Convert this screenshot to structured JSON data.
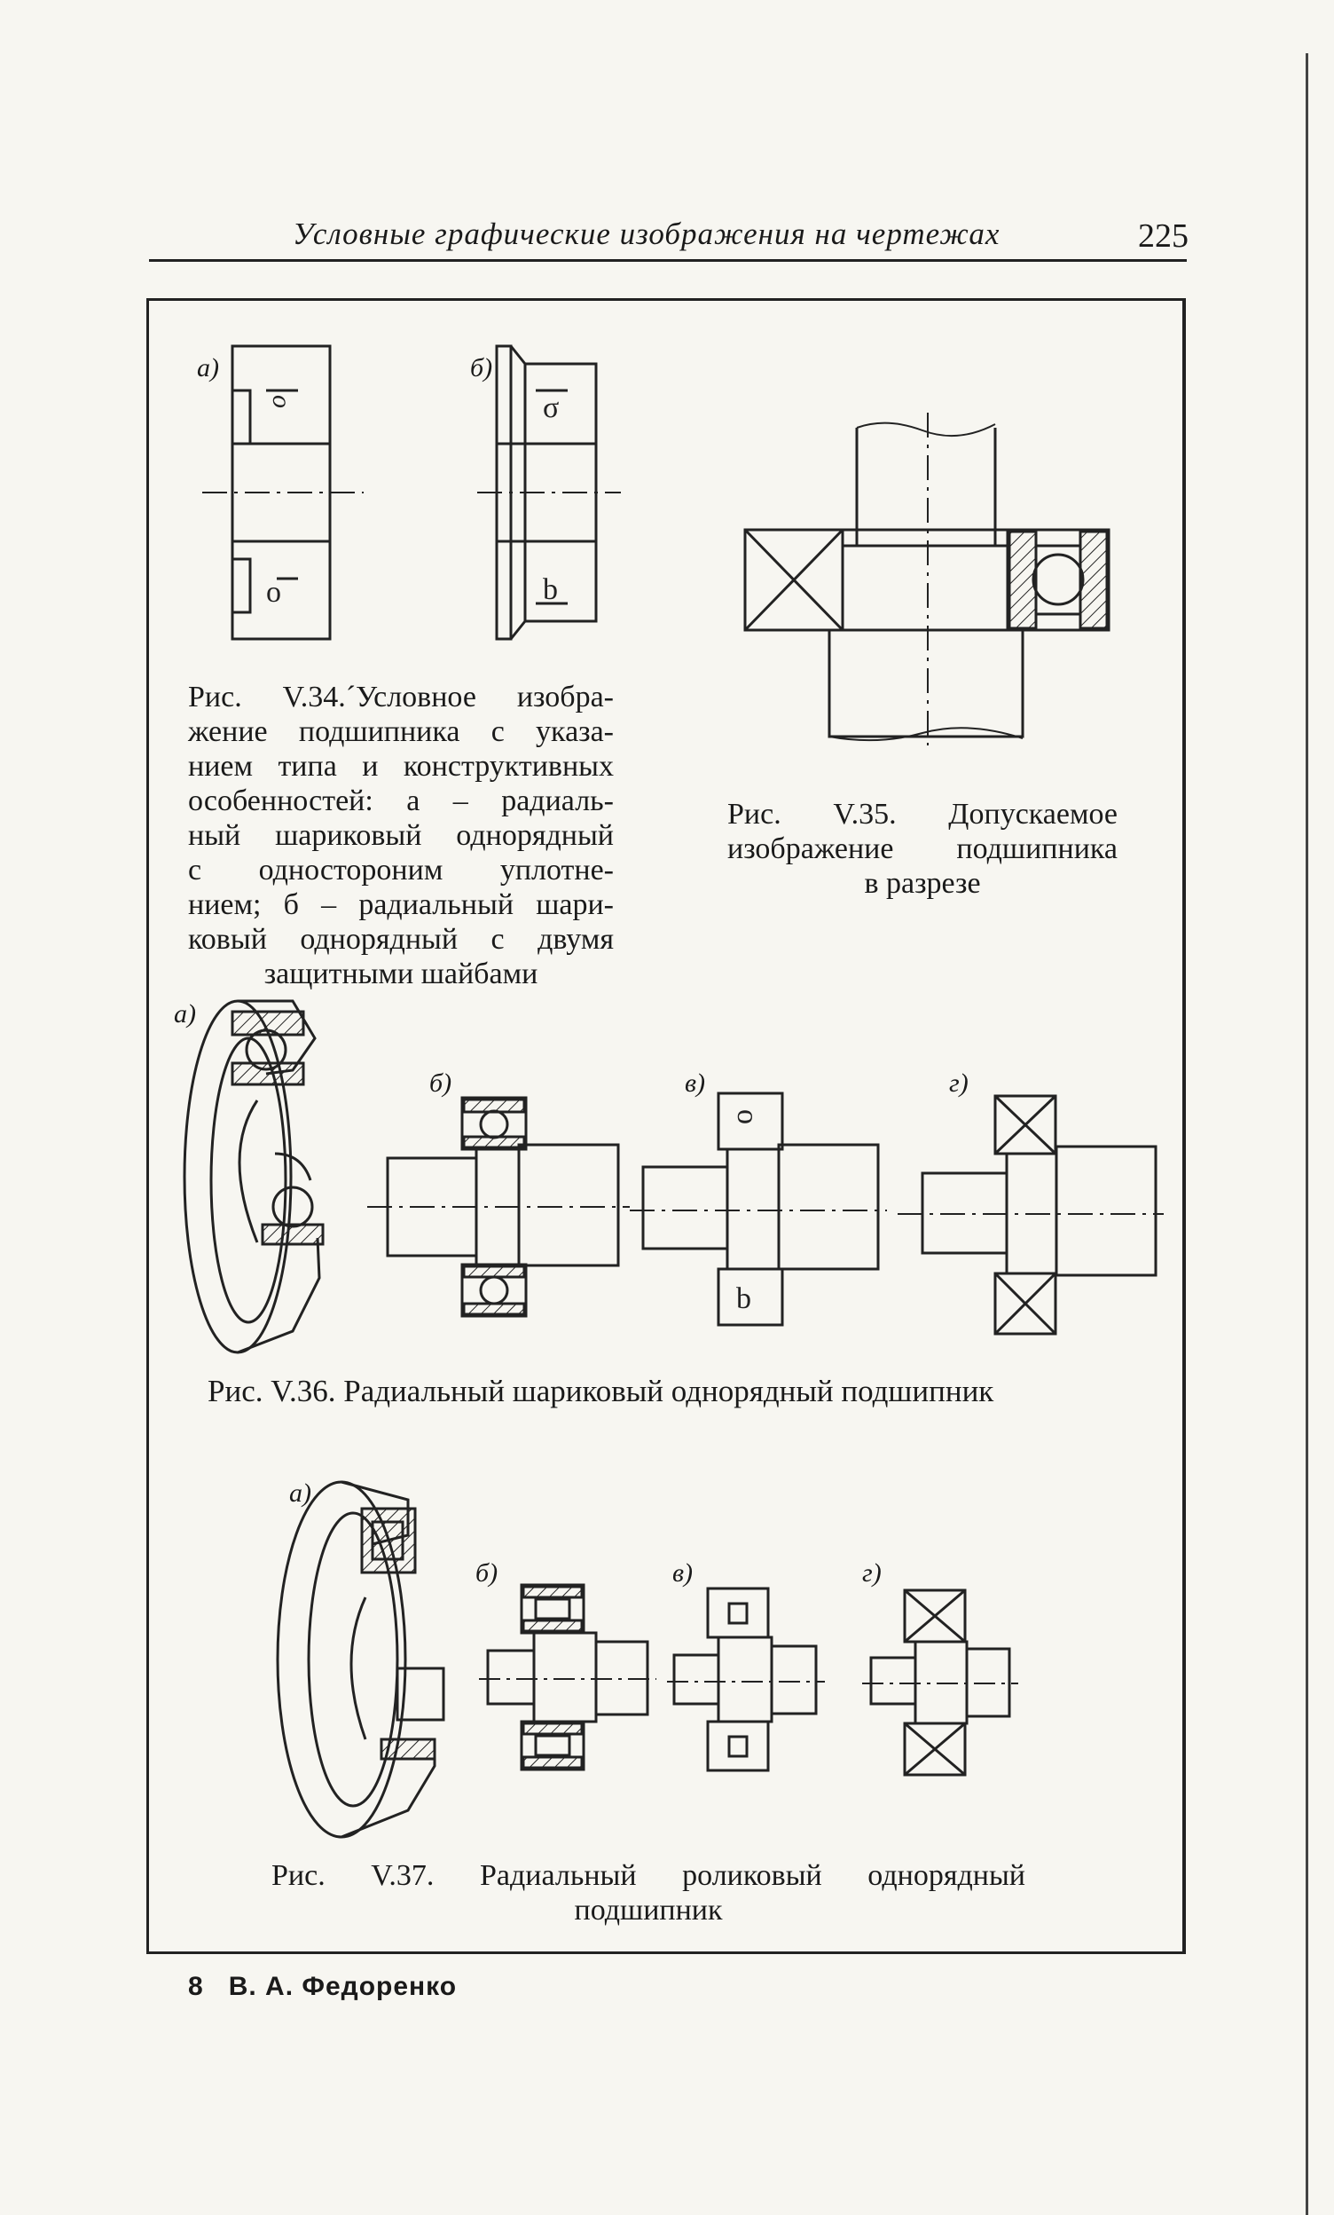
{
  "header": {
    "title": "Условные графические изображения на чертежах",
    "page_number": "225"
  },
  "figures": {
    "fig34": {
      "labels": [
        "а)",
        "б)"
      ],
      "caption_lines": [
        "Рис. V.34.´Условное изобра-",
        "жение подшипника с указа-",
        "нием типа и конструктивных",
        "особенностей: а – радиаль-",
        "ный шариковый однорядный",
        "с одностороним уплотне-",
        "нием; б – радиальный шари-",
        "ковый однорядный с двумя",
        "защитными шайбами"
      ]
    },
    "fig35": {
      "caption_lines": [
        "Рис. V.35. Допускаемое",
        "изображение подшипника",
        "в разрезе"
      ]
    },
    "fig36": {
      "labels": [
        "а)",
        "б)",
        "в)",
        "г)"
      ],
      "caption": "Рис. V.36. Радиальный шариковый однорядный подшипник"
    },
    "fig37": {
      "labels": [
        "а)",
        "б)",
        "в)",
        "г)"
      ],
      "caption_lines": [
        "Рис. V.37. Радиальный роликовый однорядный",
        "подшипник"
      ]
    }
  },
  "footer": {
    "text": "8   В. А. Федоренко"
  }
}
